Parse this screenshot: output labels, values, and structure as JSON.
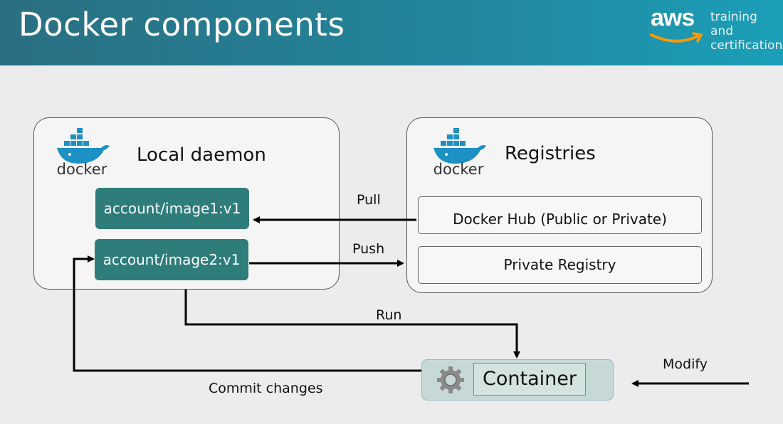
{
  "header": {
    "title": "Docker components",
    "brand": "aws",
    "brand_sub_line1": "training and",
    "brand_sub_line2": "certification"
  },
  "local_panel": {
    "title": "Local daemon",
    "logo_text": "docker",
    "images": [
      "account/image1:v1",
      "account/image2:v1"
    ]
  },
  "registries_panel": {
    "title": "Registries",
    "logo_text": "docker",
    "items": [
      "Docker Hub (Public or Private)",
      "Private Registry"
    ]
  },
  "edges": {
    "pull": "Pull",
    "push": "Push",
    "run": "Run",
    "commit": "Commit changes",
    "modify": "Modify"
  },
  "container": {
    "label": "Container",
    "icon": "gear-icon"
  },
  "colors": {
    "header": "#23849a",
    "image_box": "#2e7d7b",
    "container_bg": "#c7d9d6",
    "docker_blue": "#1d91c4"
  }
}
